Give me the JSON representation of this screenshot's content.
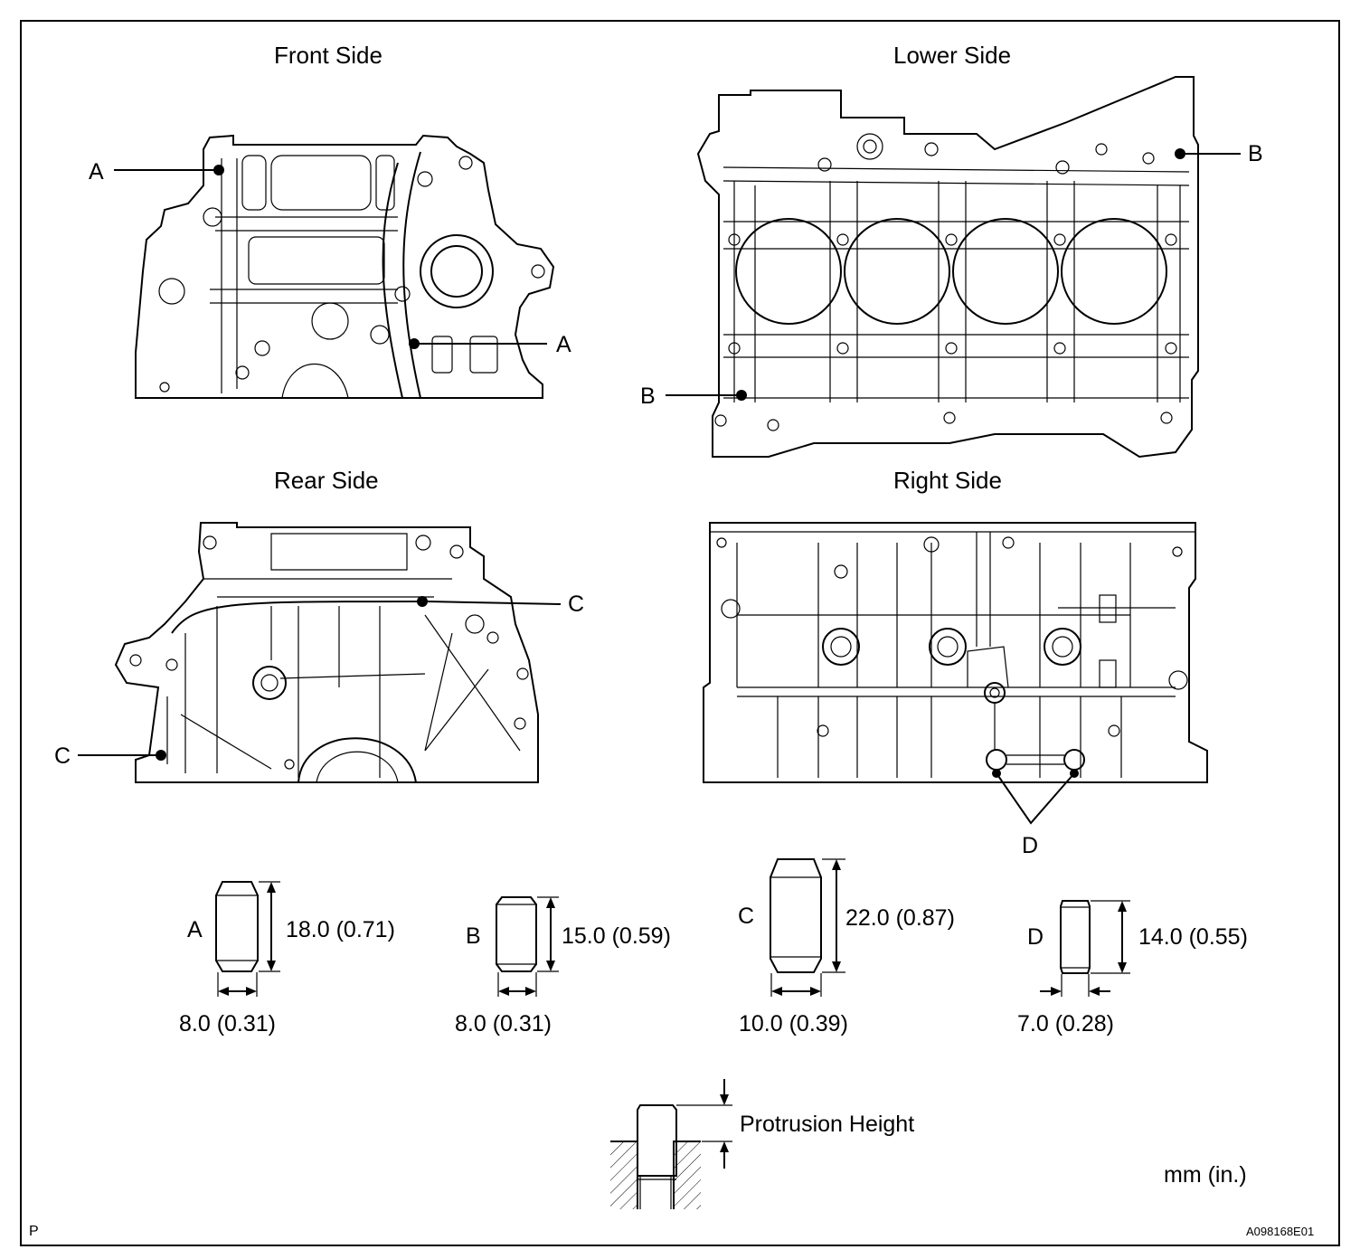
{
  "views": {
    "front": {
      "title": "Front Side",
      "callout_1": "A",
      "callout_2": "A"
    },
    "lower": {
      "title": "Lower Side",
      "callout_1": "B",
      "callout_2": "B"
    },
    "rear": {
      "title": "Rear Side",
      "callout_1": "C",
      "callout_2": "C"
    },
    "right": {
      "title": "Right Side",
      "callout_1": "D"
    }
  },
  "pins": [
    {
      "letter": "A",
      "length": "18.0 (0.71)",
      "diameter": "8.0 (0.31)"
    },
    {
      "letter": "B",
      "length": "15.0 (0.59)",
      "diameter": "8.0 (0.31)"
    },
    {
      "letter": "C",
      "length": "22.0 (0.87)",
      "diameter": "10.0 (0.39)"
    },
    {
      "letter": "D",
      "length": "14.0 (0.55)",
      "diameter": "7.0 (0.28)"
    }
  ],
  "protrusion": {
    "label": "Protrusion Height"
  },
  "units": "mm (in.)",
  "corner_left": "P",
  "figure_id": "A098168E01"
}
